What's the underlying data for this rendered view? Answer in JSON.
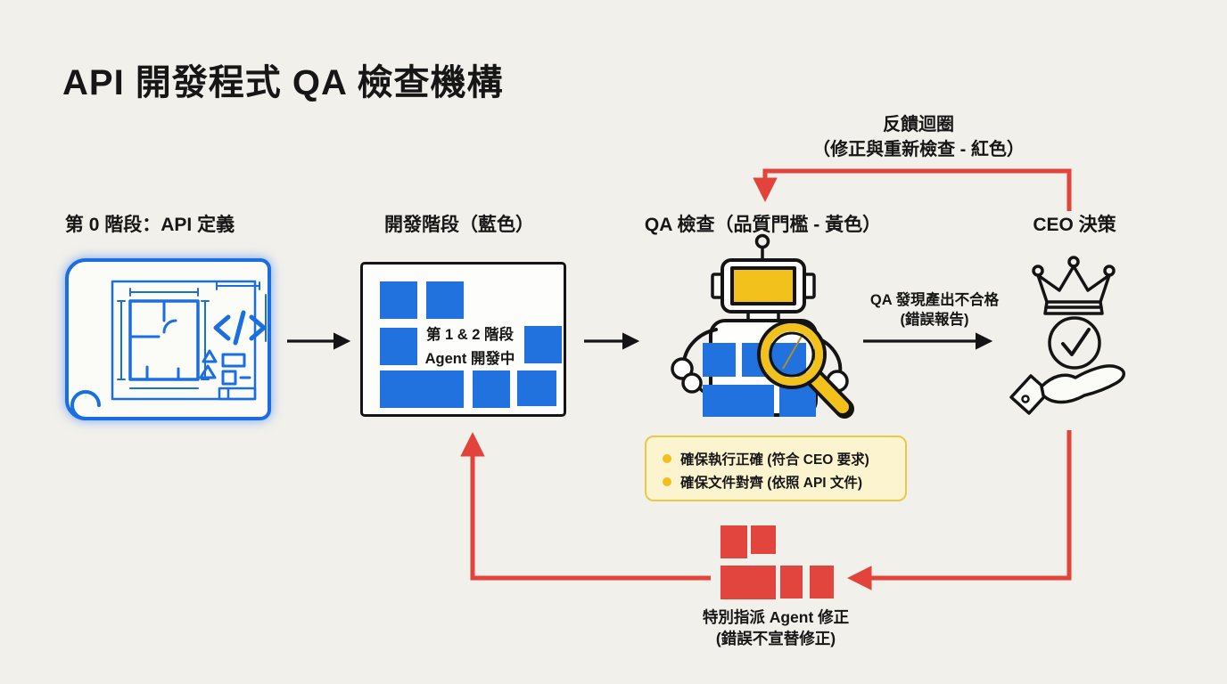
{
  "title": "API 開發程式 QA 檢查機構",
  "feedback": {
    "line1": "反饋迴圈",
    "line2": "（修正與重新檢查 - 紅色）"
  },
  "stage0": {
    "label": "第 0 階段：API 定義",
    "icon": "blueprint-scroll-icon"
  },
  "dev": {
    "label": "開發階段（藍色）",
    "box": {
      "line1": "第 1 & 2 階段",
      "line2": "Agent 開發中"
    }
  },
  "qa": {
    "label": "QA 檢查（品質門檻 - 黃色）",
    "icon": "robot-magnifier-icon",
    "notes": [
      "確保執行正確 (符合 CEO 要求)",
      "確保文件對齊 (依照 API 文件)"
    ]
  },
  "ceo": {
    "label": "CEO 決策",
    "icons": [
      "crown-icon",
      "hand-check-icon"
    ]
  },
  "qa_to_ceo": {
    "line1": "QA 發現產出不合格",
    "line2": "(錯誤報告)"
  },
  "fix": {
    "line1": "特別指派 Agent 修正",
    "line2": "(錯誤不宣替修正)",
    "icon": "red-blocks-icon"
  },
  "colors": {
    "background": "#f1f0ea",
    "blue": "#2171de",
    "yellow": "#f2c11c",
    "note_bg": "#fcf3cf",
    "note_border": "#e9c84a",
    "red": "#e2443c",
    "black": "#141414"
  }
}
